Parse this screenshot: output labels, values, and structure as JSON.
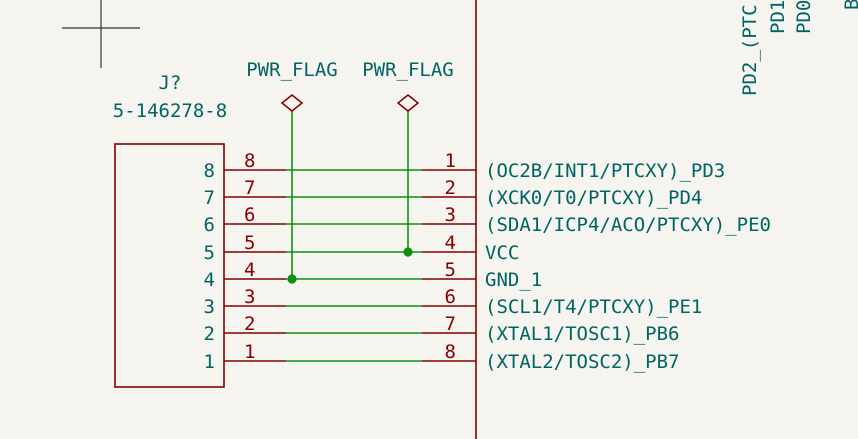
{
  "colors": {
    "background": "#f5f4ef",
    "symbol_outline": "#840000",
    "pin_text": "#880000",
    "wire": "#109010",
    "net_label_text": "#006464",
    "cursor": "#333333"
  },
  "connector": {
    "reference": "J?",
    "value": "5-146278-8",
    "inner_pin_numbers": [
      "8",
      "7",
      "6",
      "5",
      "4",
      "3",
      "2",
      "1"
    ],
    "outer_pin_numbers": [
      "8",
      "7",
      "6",
      "5",
      "4",
      "3",
      "2",
      "1"
    ]
  },
  "power_flags": [
    {
      "label": "PWR_FLAG"
    },
    {
      "label": "PWR_FLAG"
    }
  ],
  "right_symbol": {
    "pins": [
      {
        "number": "1",
        "net": "(OC2B/INT1/PTCXY)_PD3"
      },
      {
        "number": "2",
        "net": "(XCK0/T0/PTCXY)_PD4"
      },
      {
        "number": "3",
        "net": "(SDA1/ICP4/ACO/PTCXY)_PE0"
      },
      {
        "number": "4",
        "net": "VCC"
      },
      {
        "number": "5",
        "net": "GND_1"
      },
      {
        "number": "6",
        "net": "(SCL1/T4/PTCXY)_PE1"
      },
      {
        "number": "7",
        "net": "(XTAL1/TOSC1)_PB6"
      },
      {
        "number": "8",
        "net": "(XTAL2/TOSC2)_PB7"
      }
    ],
    "top_labels": [
      "PD2_(PTC",
      "PD1",
      "PD0",
      "B"
    ]
  }
}
